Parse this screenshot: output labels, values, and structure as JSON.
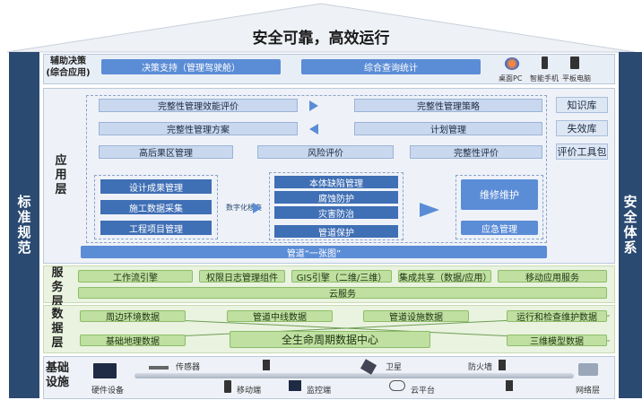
{
  "title": "安全可靠，高效运行",
  "pillars": {
    "left": "标准规范",
    "right": "安全体系"
  },
  "aux": {
    "label": "辅助决策\n(综合应用)",
    "decision": "决策支持（管理驾驶舱）",
    "query": "综合查询统计",
    "devices": [
      "桌面PC",
      "智能手机",
      "平板电脑"
    ]
  },
  "app": {
    "label": "应用层",
    "row1": [
      "完整性管理效能评价",
      "完整性管理策略"
    ],
    "row2": [
      "完整性管理方案",
      "计划管理"
    ],
    "row3": [
      "高后果区管理",
      "风险评价",
      "完整性评价"
    ],
    "left_group": [
      "设计成果管理",
      "施工数据采集",
      "工程项目管理"
    ],
    "digitize": "数字化移交",
    "mid_group": [
      "本体缺陷管理",
      "腐蚀防护",
      "灾害防治",
      "管道保护"
    ],
    "maintain": "维修维护",
    "emergency": "应急管理",
    "pipeline_map": "管道“一张图”",
    "right_tools": [
      "知识库",
      "失效库",
      "评价工具包"
    ]
  },
  "service": {
    "label": "服务层",
    "items": [
      "工作流引擎",
      "权限日志管理组件",
      "GIS引擎（二维/三维）",
      "集成共享（数据/应用）",
      "移动应用服务"
    ],
    "cloud": "云服务"
  },
  "data": {
    "label": "数据层",
    "items": [
      "周边环境数据",
      "管道中线数据",
      "管道设施数据",
      "运行和检查维护数据",
      "基础地理数据",
      "三维模型数据"
    ],
    "center": "全生命周期数据中心"
  },
  "base": {
    "label": "基础设施",
    "items": [
      "硬件设备",
      "传感器",
      "移动端",
      "卫星",
      "监控端",
      "防火墙",
      "云平台",
      "网络层"
    ]
  }
}
